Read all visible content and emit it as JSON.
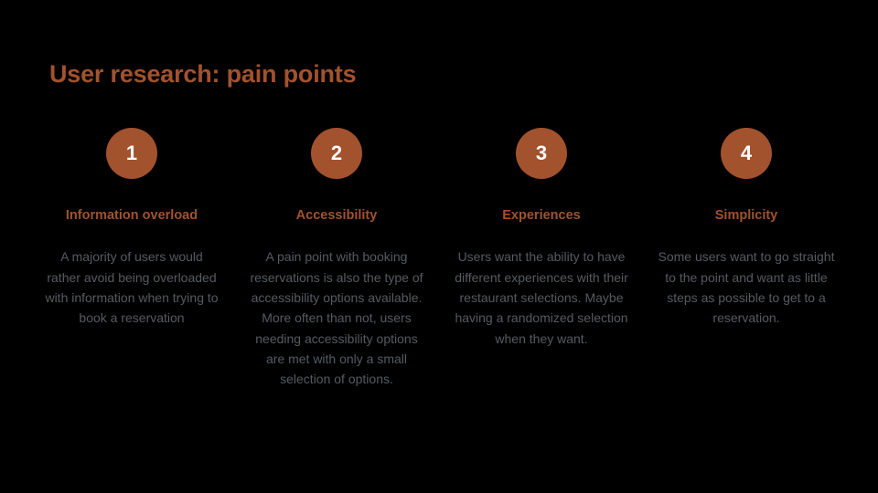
{
  "theme": {
    "background": "#000000",
    "accent": "#A2522D",
    "body_text": "#565B60",
    "badge_text": "#FFFFFF"
  },
  "slide": {
    "title": "User research: pain points"
  },
  "columns": [
    {
      "number": "1",
      "heading": "Information overload",
      "body": "A majority of users would rather avoid being overloaded with information when trying to book a reservation"
    },
    {
      "number": "2",
      "heading": "Accessibility",
      "body": "A pain point with booking reservations is also the type of accessibility options available. More often than not, users needing accessibility options are met with only a small selection of options."
    },
    {
      "number": "3",
      "heading": "Experiences",
      "body": "Users want the ability to have different experiences with their restaurant selections. Maybe having a randomized selection when they want."
    },
    {
      "number": "4",
      "heading": "Simplicity",
      "body": "Some users want to go straight to the point and want as little steps as possible to get to a reservation."
    }
  ]
}
